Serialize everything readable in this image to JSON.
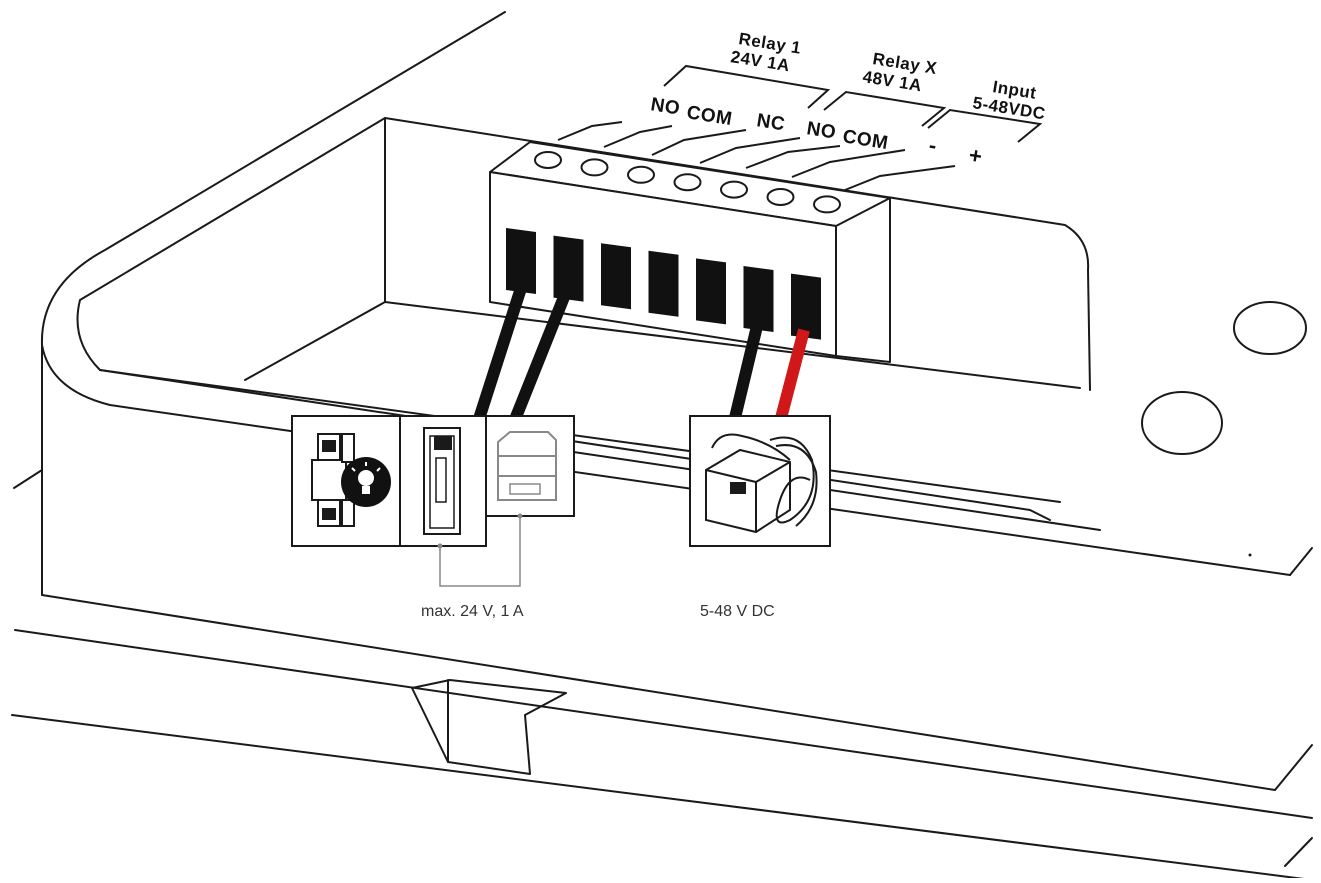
{
  "groups": {
    "relay1": {
      "name": "Relay 1",
      "rating": "24V 1A"
    },
    "relayx": {
      "name": "Relay X",
      "rating": "48V 1A"
    },
    "input": {
      "name": "Input",
      "rating": "5-48VDC"
    }
  },
  "terminals": [
    "NO",
    "COM",
    "NC",
    "NO",
    "COM",
    "-",
    "+"
  ],
  "specs": {
    "relay_load": "max. 24 V, 1 A",
    "input_supply": "5-48 V DC"
  },
  "colors": {
    "wire_black": "#111111",
    "wire_red": "#d01818",
    "outline": "#1a1a1a",
    "bracket_gray": "#888888"
  },
  "icons": {
    "load_1": "door-sensor-and-bulb-icon",
    "load_2": "electric-door-strike-icon",
    "load_3": "din-rail-module-icon",
    "power": "power-adapter-icon"
  }
}
